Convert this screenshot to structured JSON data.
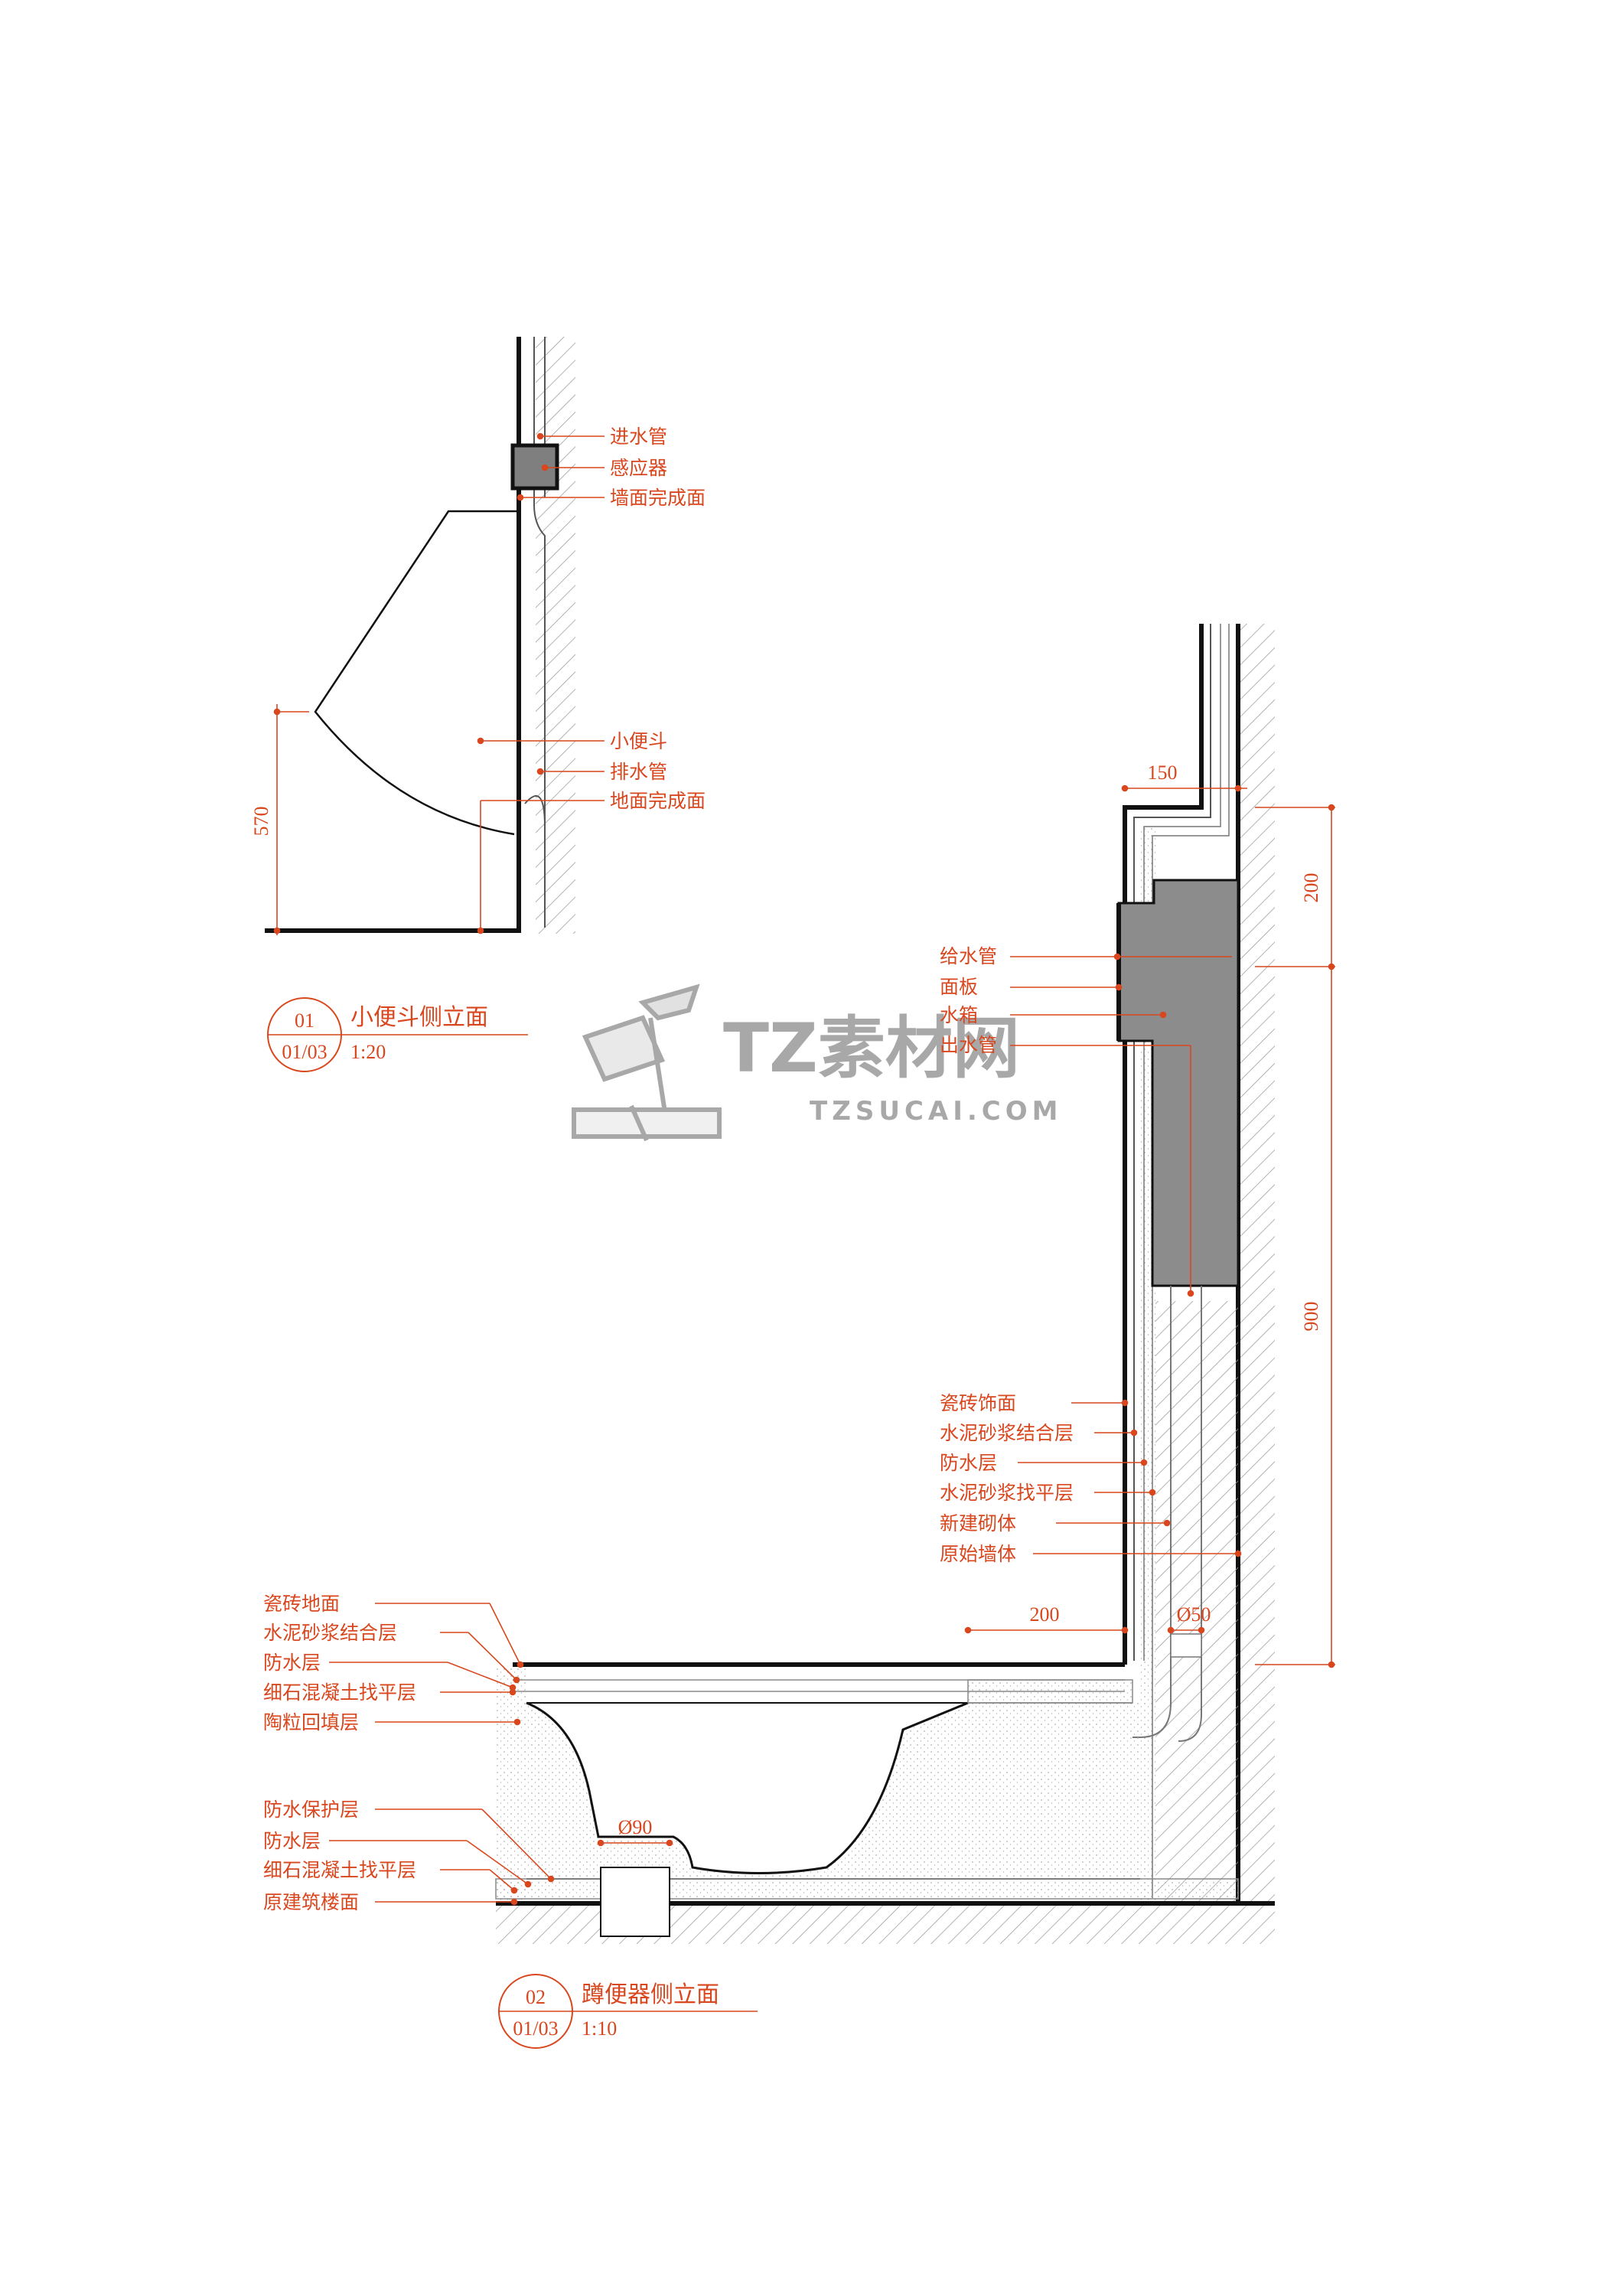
{
  "urinal_elevation": {
    "labels": {
      "inlet_pipe": "进水管",
      "sensor": "感应器",
      "wall_finish": "墙面完成面",
      "urinal": "小便斗",
      "drain_pipe": "排水管",
      "floor_finish": "地面完成面"
    },
    "dimension_height": "570",
    "title": {
      "number": "01",
      "sheet": "01/03",
      "name": "小便斗侧立面",
      "scale": "1:20"
    }
  },
  "squat_toilet_elevation": {
    "wall_labels": {
      "supply_pipe": "给水管",
      "panel": "面板",
      "cistern": "水箱",
      "outlet_pipe": "出水管",
      "tile_finish": "瓷砖饰面",
      "mortar_bond": "水泥砂浆结合层",
      "waterproof": "防水层",
      "mortar_level": "水泥砂浆找平层",
      "new_masonry": "新建砌体",
      "original_wall": "原始墙体"
    },
    "floor_labels": {
      "tile_floor": "瓷砖地面",
      "mortar_bond": "水泥砂浆结合层",
      "waterproof": "防水层",
      "fine_concrete": "细石混凝土找平层",
      "ceramsite_fill": "陶粒回填层",
      "waterproof_protect": "防水保护层",
      "waterproof_2": "防水层",
      "fine_concrete_2": "细石混凝土找平层",
      "original_slab": "原建筑楼面"
    },
    "dimensions": {
      "top_width": "150",
      "top_height": "200",
      "tank_height": "900",
      "floor_offset": "200",
      "pipe_dia_50": "Ø50",
      "pipe_dia_90": "Ø90"
    },
    "title": {
      "number": "02",
      "sheet": "01/03",
      "name": "蹲便器侧立面",
      "scale": "1:10"
    }
  },
  "watermark": {
    "brand": "TZ素材网",
    "url": "TZSUCAI.COM"
  },
  "colors": {
    "annotation": "#d9471e",
    "line": "#111111",
    "fill_grey": "#8c8c8c",
    "hatch": "#9a9a9a"
  }
}
